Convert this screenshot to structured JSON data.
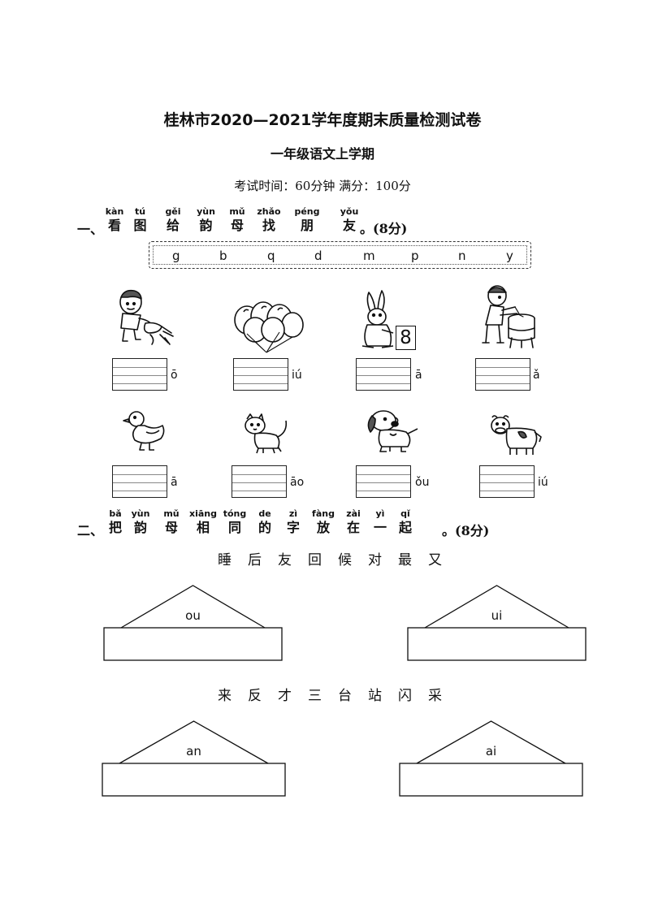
{
  "header": {
    "title": "桂林市2020—2021学年度期末质量检测试卷",
    "subtitle": "一年级语文上学期",
    "meta": "考试时间：60分钟  满分：100分"
  },
  "section1": {
    "number": "一、",
    "ruby": [
      {
        "py": "kàn",
        "hz": "看"
      },
      {
        "py": "tú",
        "hz": "图"
      },
      {
        "py": "gěi",
        "hz": "给"
      },
      {
        "py": "yùn",
        "hz": "韵"
      },
      {
        "py": "mǔ",
        "hz": "母"
      },
      {
        "py": "zhǎo",
        "hz": "找"
      },
      {
        "py": "péng",
        "hz": "朋"
      },
      {
        "py": "yǒu",
        "hz": "友"
      }
    ],
    "score": "。(8分)",
    "letters": [
      "g",
      "b",
      "q",
      "d",
      "m",
      "p",
      "n",
      "y"
    ],
    "items": [
      {
        "picture": "boy-watering-icon",
        "vowel": "ō"
      },
      {
        "picture": "balloons-icon",
        "vowel": "iú"
      },
      {
        "picture": "rabbit-icon",
        "vowel": "ā"
      },
      {
        "picture": "drummer-icon",
        "vowel": "ǎ"
      },
      {
        "picture": "duck-icon",
        "vowel": "ā"
      },
      {
        "picture": "cat-icon",
        "vowel": "āo"
      },
      {
        "picture": "dog-icon",
        "vowel": "ǒu"
      },
      {
        "picture": "cow-icon",
        "vowel": "iú"
      }
    ],
    "rabbit_digit": "8"
  },
  "section2": {
    "number": "二、",
    "ruby": [
      {
        "py": "bǎ",
        "hz": "把"
      },
      {
        "py": "yùn",
        "hz": "韵"
      },
      {
        "py": "mǔ",
        "hz": "母"
      },
      {
        "py": "xiāng",
        "hz": "相"
      },
      {
        "py": "tóng",
        "hz": "同"
      },
      {
        "py": "de",
        "hz": "的"
      },
      {
        "py": "zì",
        "hz": "字"
      },
      {
        "py": "fàng",
        "hz": "放"
      },
      {
        "py": "zài",
        "hz": "在"
      },
      {
        "py": "yì",
        "hz": "一"
      },
      {
        "py": "qǐ",
        "hz": "起"
      }
    ],
    "score": "。(8分)",
    "row1_chars": [
      "睡",
      "后",
      "友",
      "回",
      "候",
      "对",
      "最",
      "又"
    ],
    "row2_chars": [
      "来",
      "反",
      "才",
      "三",
      "台",
      "站",
      "闪",
      "采"
    ],
    "houses": [
      {
        "label": "ou"
      },
      {
        "label": "ui"
      },
      {
        "label": "an"
      },
      {
        "label": "ai"
      }
    ]
  }
}
